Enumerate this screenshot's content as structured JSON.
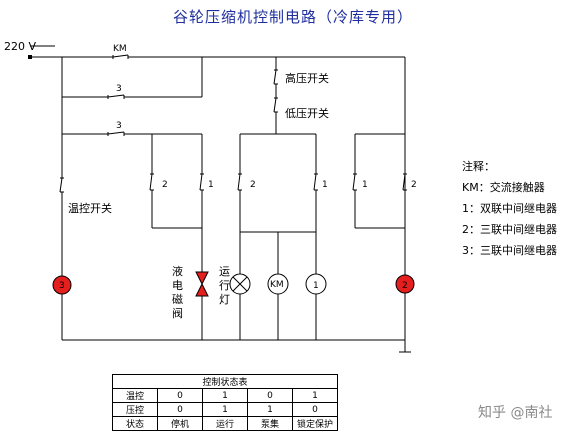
{
  "title": "谷轮压缩机控制电路（冷库专用）",
  "supply_label": "220 V",
  "contacts": {
    "km": "KM",
    "relay3_a": "3",
    "relay3_b": "3",
    "r2_left": "2",
    "r1_left": "1",
    "r2_mid": "2",
    "r1_mid": "1",
    "r1_right": "1",
    "r2_right": "2"
  },
  "labels": {
    "high_pressure": "高压开关",
    "low_pressure": "低压开关",
    "thermostat": "温控开关",
    "solenoid": [
      "液",
      "电",
      "磁",
      "阀"
    ],
    "run_lamp": [
      "运",
      "行",
      "灯"
    ],
    "coil_3": "3",
    "coil_km": "KM",
    "coil_1": "1",
    "coil_2": "2"
  },
  "notes": {
    "title": "注释：",
    "items": [
      "KM：交流接触器",
      "1：双联中间继电器",
      "2：三联中间继电器",
      "3：三联中间继电器"
    ]
  },
  "status_table": {
    "caption": "控制状态表",
    "rows": [
      [
        "温控",
        "0",
        "1",
        "0",
        "1"
      ],
      [
        "压控",
        "0",
        "1",
        "1",
        "0"
      ],
      [
        "状态",
        "停机",
        "运行",
        "泵集",
        "锁定保护"
      ]
    ]
  },
  "colors": {
    "title": "#1f2f9f",
    "coil_fill": "#e51e1e",
    "valve_fill": "#e51e1e"
  },
  "watermark": "知乎 @南社"
}
